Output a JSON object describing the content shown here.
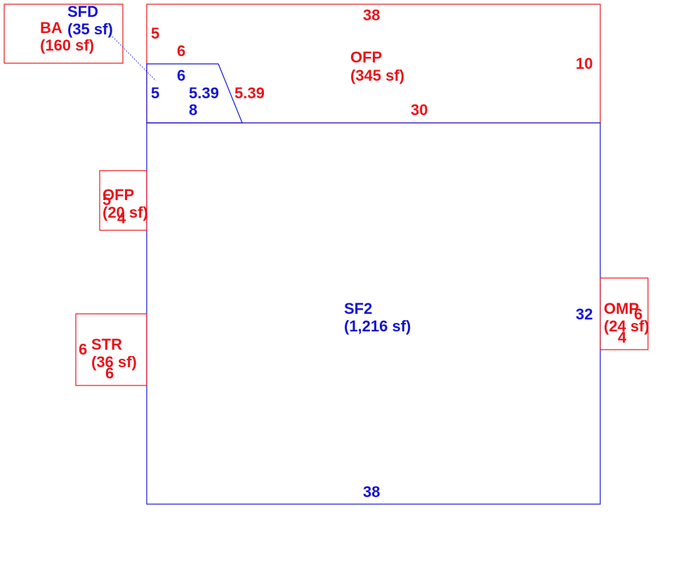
{
  "colors": {
    "red": "#e8141a",
    "blue": "#1414d2"
  },
  "areas": {
    "ba": {
      "name": "BA",
      "area": "(160 sf)"
    },
    "sfd": {
      "name": "SFD",
      "area": "(35 sf)"
    },
    "ofp_top": {
      "name": "OFP",
      "area": "(345 sf)"
    },
    "ofp_left": {
      "name": "OFP",
      "area": "(20 sf)"
    },
    "sf2": {
      "name": "SF2",
      "area": "(1,216 sf)"
    },
    "omp": {
      "name": "OMP",
      "area": "(24 sf)"
    },
    "str": {
      "name": "STR",
      "area": "(36 sf)"
    }
  },
  "dimensions": {
    "ofp_top_width": "38",
    "ofp_top_left_upper": "5",
    "ofp_top_inner_top": "6",
    "ofp_top_right": "10",
    "ofp_top_bottom": "30",
    "ofp_top_slant": "5.39",
    "sfd_top": "6",
    "sfd_left": "5",
    "sfd_slant": "5.39",
    "sfd_bottom": "8",
    "ofp_left_side": "5",
    "ofp_left_bottom": "4",
    "sf2_right": "32",
    "sf2_bottom": "38",
    "omp_right": "6",
    "omp_bottom": "4",
    "str_left": "6",
    "str_bottom": "6"
  }
}
